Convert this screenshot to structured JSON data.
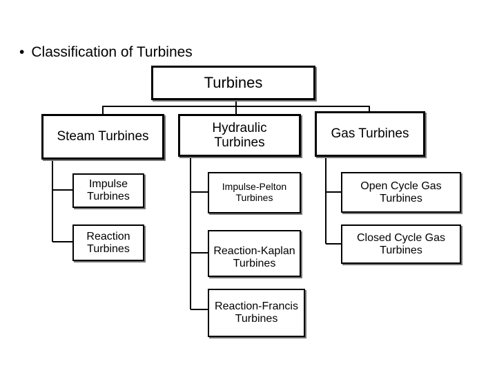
{
  "slide": {
    "bullet": "•",
    "title": "Classification of Turbines"
  },
  "root": {
    "label": "Turbines"
  },
  "categories": [
    {
      "label": "Steam Turbines",
      "children": [
        "Impulse Turbines",
        "Reaction Turbines"
      ]
    },
    {
      "label": "Hydraulic Turbines",
      "children": [
        "Impulse-Pelton Turbines",
        "Reaction-Kaplan Turbines",
        "Reaction-Francis Turbines"
      ]
    },
    {
      "label": "Gas Turbines",
      "children": [
        "Open Cycle Gas Turbines",
        "Closed Cycle Gas Turbines"
      ]
    }
  ]
}
